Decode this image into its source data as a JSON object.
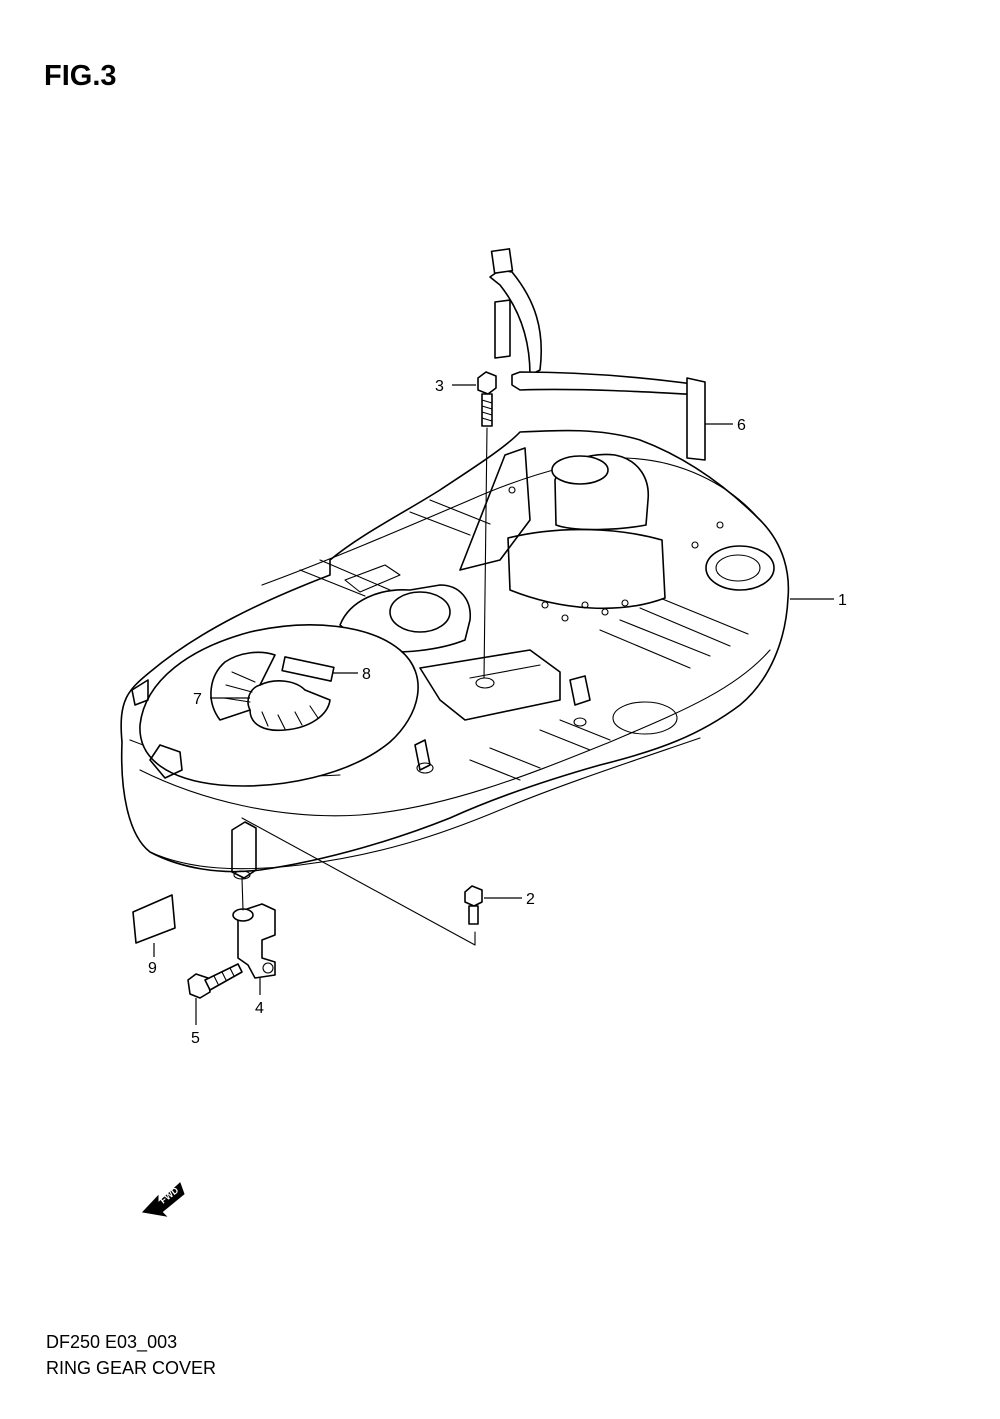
{
  "figure": {
    "title": "FIG.3",
    "code": "DF250 E03_003",
    "caption": "RING GEAR COVER"
  },
  "callouts": [
    {
      "id": "1",
      "label": "1"
    },
    {
      "id": "2",
      "label": "2"
    },
    {
      "id": "3",
      "label": "3"
    },
    {
      "id": "4",
      "label": "4"
    },
    {
      "id": "5",
      "label": "5"
    },
    {
      "id": "6",
      "label": "6"
    },
    {
      "id": "7",
      "label": "7"
    },
    {
      "id": "8",
      "label": "8"
    },
    {
      "id": "9",
      "label": "9"
    }
  ],
  "direction_marker": {
    "label": "FWD",
    "icon": "fwd-arrow-icon"
  }
}
